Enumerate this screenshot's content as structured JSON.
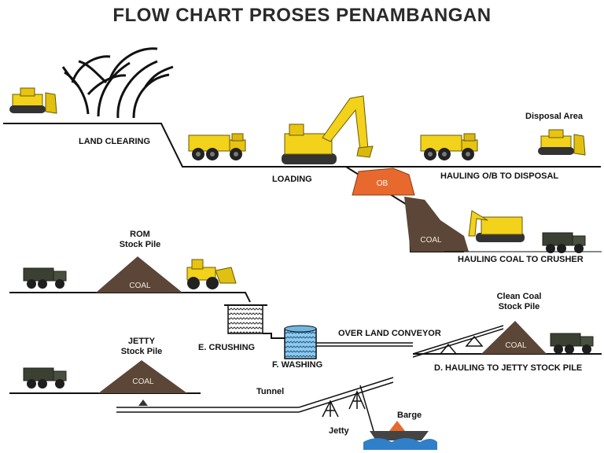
{
  "title": "FLOW CHART PROSES PENAMBANGAN",
  "labels": {
    "land_clearing": "LAND CLEARING",
    "loading": "LOADING",
    "disposal_area": "Disposal Area",
    "hauling_ob": "HAULING O/B TO DISPOSAL",
    "ob": "OB",
    "coal_pit": "COAL",
    "hauling_coal": "HAULING COAL TO CRUSHER",
    "rom_1": "ROM",
    "rom_2": "Stock Pile",
    "rom_coal": "COAL",
    "crushing": "E. CRUSHING",
    "washing": "F. WASHING",
    "conveyor": "OVER LAND CONVEYOR",
    "clean_1": "Clean Coal",
    "clean_2": "Stock Pile",
    "clean_coal": "COAL",
    "hauling_jetty": "D. HAULING  TO JETTY STOCK PILE",
    "jetty_1": "JETTY",
    "jetty_2": "Stock Pile",
    "jetty_coal": "COAL",
    "tunnel": "Tunnel",
    "jetty": "Jetty",
    "barge": "Barge"
  },
  "colors": {
    "equipment_yellow": "#f2d21b",
    "truck_dark": "#3b4032",
    "ob_orange": "#e8692e",
    "coal_pile": "#5b4637",
    "washing_blue": "#6fb7e0",
    "water": "#2f7fc9"
  },
  "icons": [
    "bulldozer-icon",
    "tree-icon",
    "dump-truck-icon",
    "excavator-icon",
    "wheel-loader-icon",
    "crusher-icon",
    "washing-plant-icon",
    "conveyor-icon",
    "barge-icon"
  ]
}
